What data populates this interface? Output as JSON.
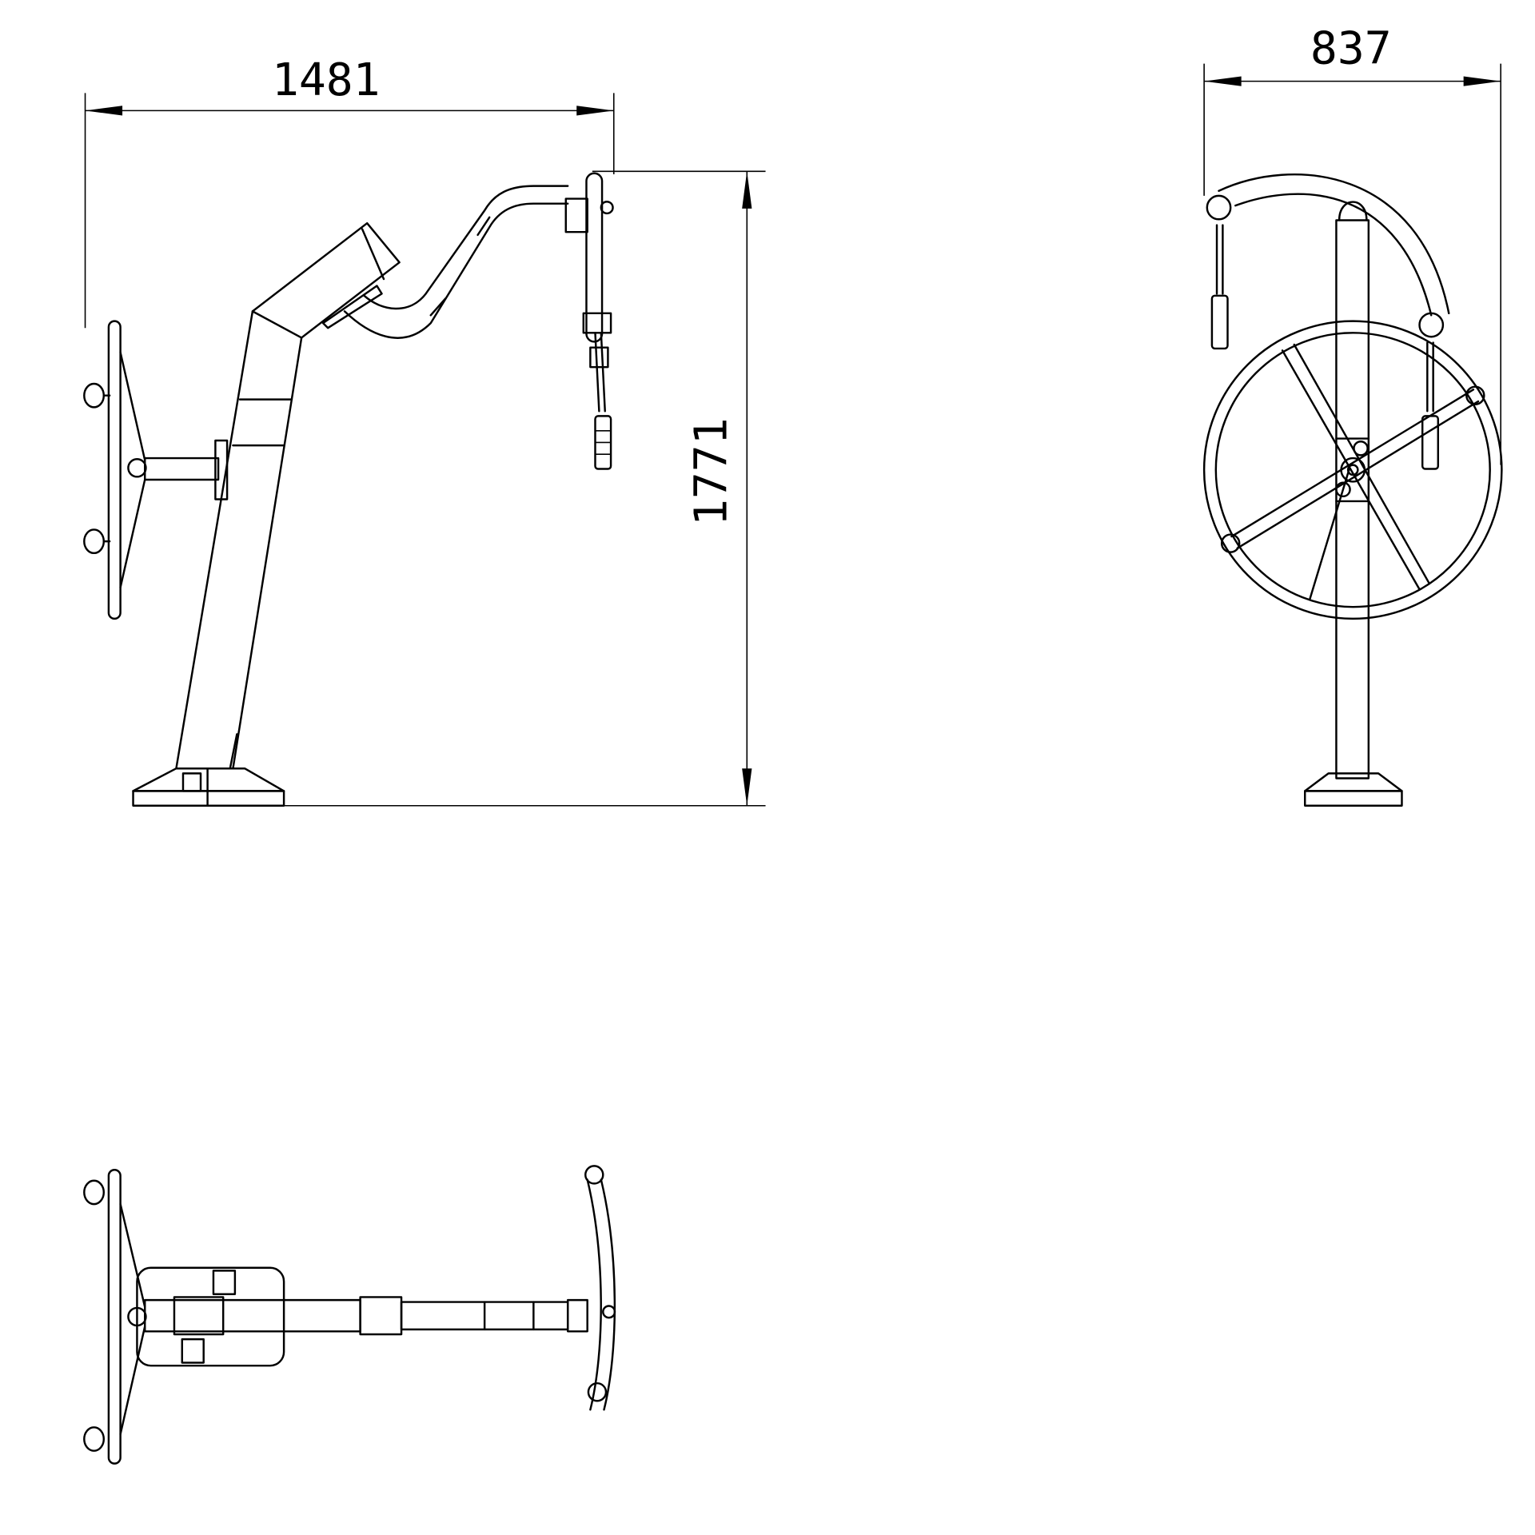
{
  "drawing": {
    "views": [
      "side-view",
      "front-view",
      "top-view"
    ],
    "dimensions": {
      "length": "1481",
      "width": "837",
      "height": "1771"
    },
    "line_color": "#000000",
    "background": "#ffffff"
  }
}
